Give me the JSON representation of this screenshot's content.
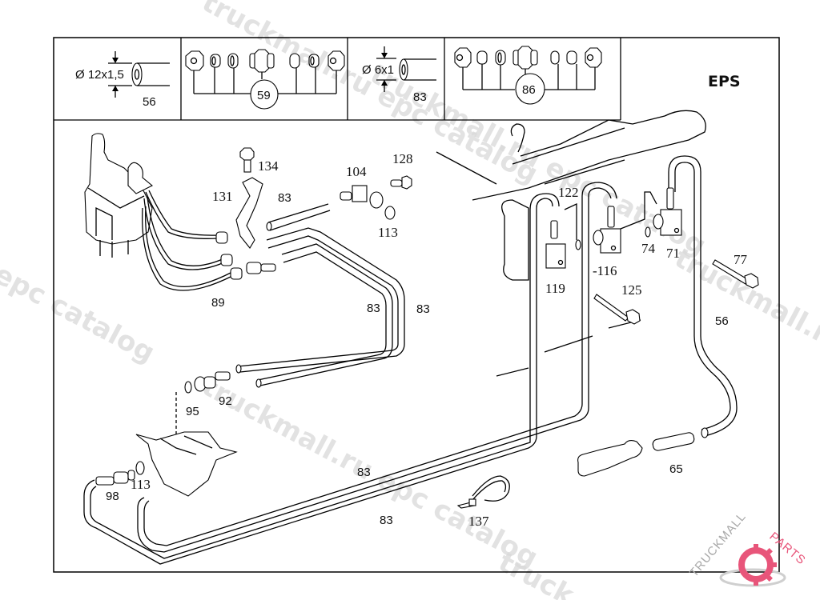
{
  "diagram": {
    "group_code": "EPS",
    "legend": {
      "pipe_large": {
        "spec": "Ø 12x1,5",
        "part": "56"
      },
      "fitting_kit_large": {
        "part": "59"
      },
      "pipe_small": {
        "spec": "Ø 6x1",
        "part": "83"
      },
      "fitting_kit_small": {
        "part": "86"
      }
    },
    "callouts": [
      {
        "id": "c134",
        "label": "134"
      },
      {
        "id": "c131",
        "label": "131"
      },
      {
        "id": "c83a",
        "label": "83"
      },
      {
        "id": "c104",
        "label": "104"
      },
      {
        "id": "c128",
        "label": "128"
      },
      {
        "id": "c113a",
        "label": "113"
      },
      {
        "id": "c89",
        "label": "89"
      },
      {
        "id": "c83b",
        "label": "83"
      },
      {
        "id": "c83c",
        "label": "83"
      },
      {
        "id": "c95",
        "label": "95"
      },
      {
        "id": "c92",
        "label": "92"
      },
      {
        "id": "c122",
        "label": "122"
      },
      {
        "id": "c119",
        "label": "119"
      },
      {
        "id": "c116",
        "label": "-116"
      },
      {
        "id": "c74",
        "label": "74"
      },
      {
        "id": "c71",
        "label": "71"
      },
      {
        "id": "c125",
        "label": "125"
      },
      {
        "id": "c77",
        "label": "77"
      },
      {
        "id": "c56",
        "label": "56"
      },
      {
        "id": "c98",
        "label": "98"
      },
      {
        "id": "c113b",
        "label": "113"
      },
      {
        "id": "c83d",
        "label": "83"
      },
      {
        "id": "c83e",
        "label": "83"
      },
      {
        "id": "c137",
        "label": "137"
      },
      {
        "id": "c65",
        "label": "65"
      }
    ]
  },
  "watermarks": [
    "truckmall.ru epc catalog",
    "epc catalog",
    "truckmall.ru epc catalog",
    "truckmall.ru epc catalog",
    "truckmall.ru e",
    "truck"
  ],
  "logo": {
    "text_main": "TRUCKMALL",
    "text_accent": "PARTS",
    "accent_color": "#e8557a",
    "gray_color": "#a8a8a8"
  }
}
